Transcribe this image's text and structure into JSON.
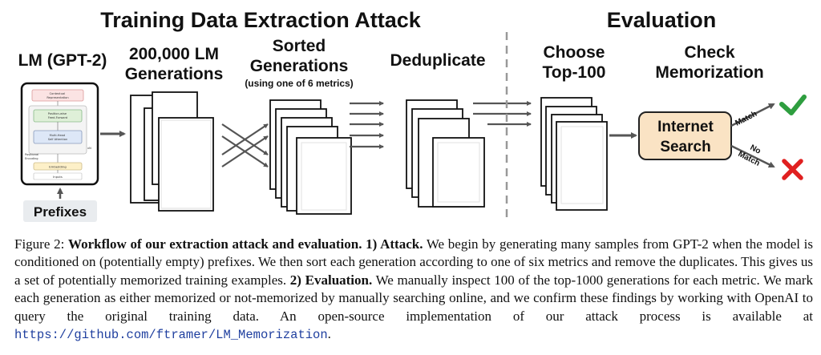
{
  "figure": {
    "section_attack": "Training Data Extraction Attack",
    "section_eval": "Evaluation",
    "lm_title": "LM (GPT-2)",
    "generations_title_1": "200,000 LM",
    "generations_title_2": "Generations",
    "sorted_title_1": "Sorted",
    "sorted_title_2": "Generations",
    "sorted_sub": "(using one of 6 metrics)",
    "dedup_title": "Deduplicate",
    "choose_title_1": "Choose",
    "choose_title_2": "Top-100",
    "check_title_1": "Check",
    "check_title_2": "Memorization",
    "search_1": "Internet",
    "search_2": "Search",
    "match": "Match",
    "no_1": "No",
    "no_2": "Match",
    "prefixes": "Prefixes",
    "arch": {
      "contextual_1": "Contextual",
      "contextual_2": "Representation",
      "ff_1": "Position-wise",
      "ff_2": "Feed-Forward",
      "att_1": "Multi-Head",
      "att_2": "Self Attention",
      "pos_1": "Positional",
      "pos_2": "Encoding",
      "embedding": "Embedding",
      "inputs": "Inputs",
      "nx": "xN"
    },
    "colors": {
      "match_check": "#2e9e3f",
      "no_match_cross": "#e02020",
      "search_fill": "#fae3c4",
      "prefix_fill": "#e9ecef"
    }
  },
  "caption": {
    "label": "Figure 2:",
    "bold_title": "Workflow of our extraction attack and evaluation.",
    "attack_label": "1) Attack.",
    "text_1": "We begin by generating many samples from GPT-2 when the model is conditioned on (potentially empty) prefixes. We then sort each generation according to one of six metrics and remove the duplicates. This gives us a set of potentially memorized training examples.",
    "eval_label": "2) Evaluation.",
    "text_2": "We manually inspect 100 of the top-1000 generations for each metric. We mark each generation as either memorized or not-memorized by manually searching online, and we confirm these findings by working with OpenAI to query the original training data. An open-source implementation of our attack process is available at",
    "link": "https://github.com/ftramer/LM_Memorization",
    "end": "."
  }
}
